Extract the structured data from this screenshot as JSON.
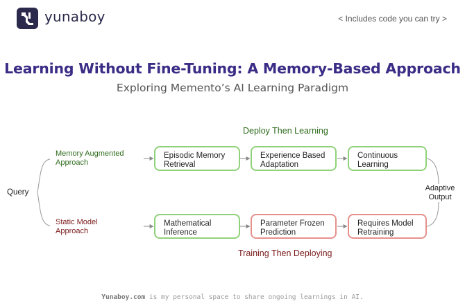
{
  "header": {
    "brand": "yunaboy",
    "tagline": "< Includes code you can try >"
  },
  "title": "Learning Without Fine-Tuning: A Memory-Based Approach",
  "subtitle": "Exploring Memento’s AI Learning Paradigm",
  "diagram": {
    "top_caption": "Deploy Then Learning",
    "bottom_caption": "Training Then Deploying",
    "query_label": "Query",
    "memory_branch": [
      "Memory Augmented",
      "Approach"
    ],
    "static_branch": [
      "Static Model",
      "Approach"
    ],
    "memory_nodes": [
      [
        "Episodic Memory",
        "Retrieval"
      ],
      [
        "Experience Based",
        "Adaptation"
      ],
      [
        "Continuous",
        "Learning"
      ]
    ],
    "static_nodes": [
      [
        "Mathematical",
        "Inference"
      ],
      [
        "Parameter Frozen",
        "Prediction"
      ],
      [
        "Requires Model",
        "Retraining"
      ]
    ],
    "output_label": [
      "Adaptive",
      "Output"
    ],
    "colors": {
      "green": "#8fd27a",
      "red": "#e6908c",
      "title": "#3b2c86"
    }
  },
  "footer": {
    "site": "Yunaboy.com",
    "text": " is my personal space to share ongoing learnings in AI."
  }
}
